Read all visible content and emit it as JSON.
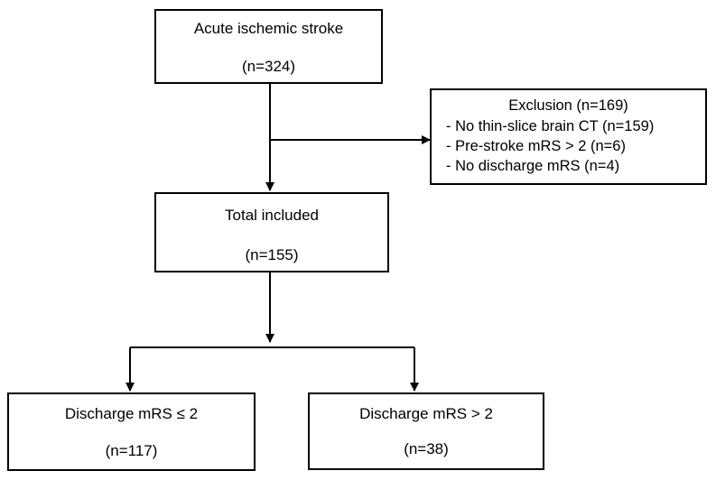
{
  "boxes": {
    "acute": {
      "title": "Acute ischemic stroke",
      "count": "(n=324)"
    },
    "exclusion": {
      "title": "Exclusion (n=169)",
      "items": [
        "- No thin-slice brain CT (n=159)",
        "- Pre-stroke mRS > 2 (n=6)",
        "- No discharge mRS (n=4)"
      ]
    },
    "total": {
      "title": "Total included",
      "count": "(n=155)"
    },
    "good": {
      "title": "Discharge mRS ≤ 2",
      "count": "(n=117)"
    },
    "poor": {
      "title": "Discharge mRS > 2",
      "count": "(n=38)"
    }
  },
  "colors": {
    "line": "#000000",
    "box_border": "#000000",
    "background": "#ffffff"
  }
}
